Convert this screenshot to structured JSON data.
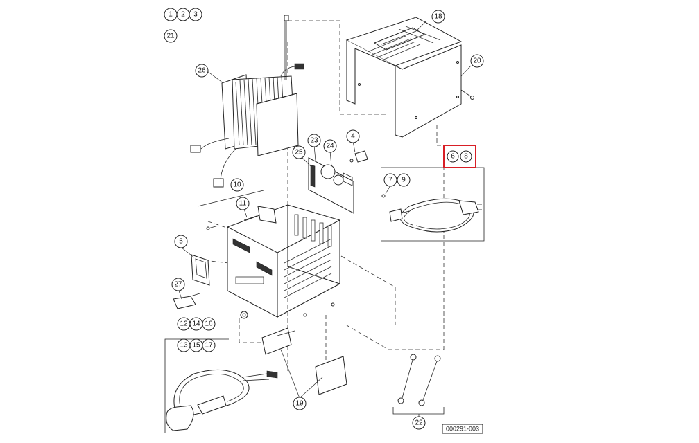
{
  "callouts": [
    {
      "id": "c1",
      "label": "1"
    },
    {
      "id": "c2",
      "label": "2"
    },
    {
      "id": "c3",
      "label": "3"
    },
    {
      "id": "c21",
      "label": "21"
    },
    {
      "id": "c26",
      "label": "26"
    },
    {
      "id": "c18",
      "label": "18"
    },
    {
      "id": "c20",
      "label": "20"
    },
    {
      "id": "c6",
      "label": "6"
    },
    {
      "id": "c8",
      "label": "8"
    },
    {
      "id": "c4",
      "label": "4"
    },
    {
      "id": "c23",
      "label": "23"
    },
    {
      "id": "c24",
      "label": "24"
    },
    {
      "id": "c25",
      "label": "25"
    },
    {
      "id": "c7",
      "label": "7"
    },
    {
      "id": "c9",
      "label": "9"
    },
    {
      "id": "c10",
      "label": "10"
    },
    {
      "id": "c11",
      "label": "11"
    },
    {
      "id": "c5",
      "label": "5"
    },
    {
      "id": "c27",
      "label": "27"
    },
    {
      "id": "c12",
      "label": "12"
    },
    {
      "id": "c14",
      "label": "14"
    },
    {
      "id": "c16",
      "label": "16"
    },
    {
      "id": "c13",
      "label": "13"
    },
    {
      "id": "c15",
      "label": "15"
    },
    {
      "id": "c17",
      "label": "17"
    },
    {
      "id": "c19",
      "label": "19"
    },
    {
      "id": "c22",
      "label": "22"
    }
  ],
  "drawing_number": "000291-003",
  "highlight_color": "#d81f26"
}
